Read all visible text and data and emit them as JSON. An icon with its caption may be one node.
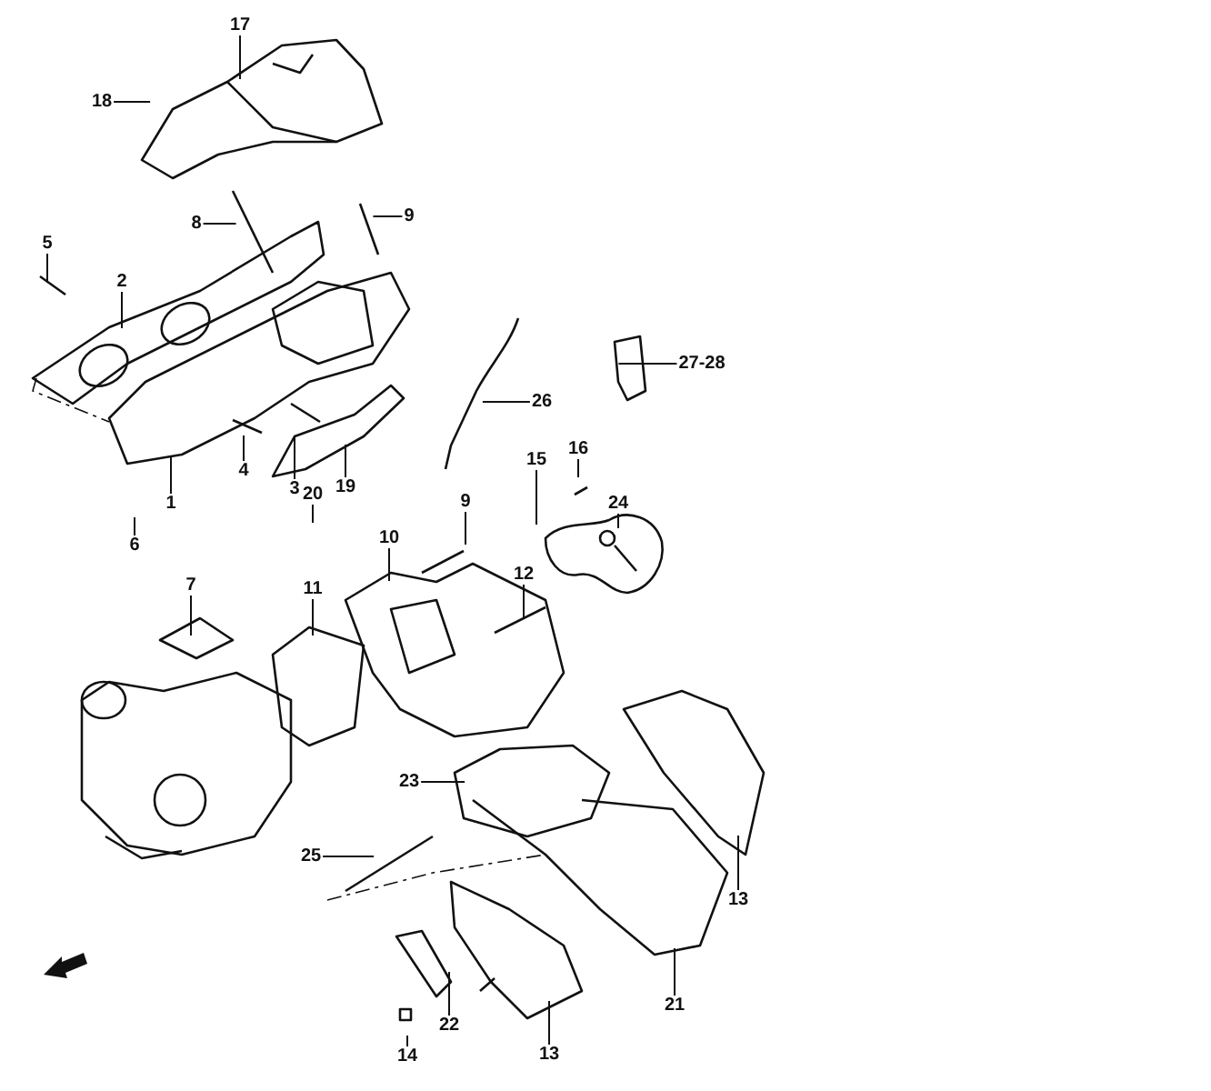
{
  "diagram": {
    "nodes": [
      {
        "text": [
          "17"
        ]
      },
      {
        "text": [
          "18"
        ]
      },
      {
        "text": [
          "8"
        ]
      },
      {
        "text": [
          "9"
        ]
      },
      {
        "text": [
          "5"
        ]
      },
      {
        "text": [
          "2"
        ]
      },
      {
        "text": [
          "3"
        ]
      },
      {
        "text": [
          "4"
        ]
      },
      {
        "text": [
          "1"
        ]
      },
      {
        "text": [
          "6"
        ]
      },
      {
        "text": [
          "20"
        ]
      },
      {
        "text": [
          "19"
        ]
      },
      {
        "text": [
          "26"
        ]
      },
      {
        "text": [
          "27-28"
        ]
      },
      {
        "text": [
          "16"
        ]
      },
      {
        "text": [
          "15"
        ]
      },
      {
        "text": [
          "24"
        ]
      },
      {
        "text": [
          "9"
        ]
      },
      {
        "text": [
          "10"
        ]
      },
      {
        "text": [
          "12"
        ]
      },
      {
        "text": [
          "7"
        ]
      },
      {
        "text": [
          "11"
        ]
      },
      {
        "text": [
          "23"
        ]
      },
      {
        "text": [
          "25"
        ]
      },
      {
        "text": [
          "13"
        ]
      },
      {
        "text": [
          "21"
        ]
      },
      {
        "text": [
          "22"
        ]
      },
      {
        "text": [
          "14"
        ]
      },
      {
        "text": [
          "13"
        ]
      }
    ],
    "edges": [
      {
        "from": 0,
        "to": null,
        "arrow": "none"
      },
      {
        "from": 1,
        "to": null,
        "arrow": "none"
      },
      {
        "from": 2,
        "to": null,
        "arrow": "none"
      },
      {
        "from": 3,
        "to": null,
        "arrow": "none"
      },
      {
        "from": 4,
        "to": null,
        "arrow": "none"
      },
      {
        "from": 5,
        "to": null,
        "arrow": "none"
      },
      {
        "from": 6,
        "to": null,
        "arrow": "none"
      },
      {
        "from": 7,
        "to": null,
        "arrow": "none"
      },
      {
        "from": 8,
        "to": null,
        "arrow": "none"
      },
      {
        "from": 9,
        "to": null,
        "arrow": "none"
      },
      {
        "from": 10,
        "to": null,
        "arrow": "none"
      },
      {
        "from": 11,
        "to": null,
        "arrow": "none"
      },
      {
        "from": 12,
        "to": null,
        "arrow": "none"
      },
      {
        "from": 13,
        "to": null,
        "arrow": "none"
      },
      {
        "from": 14,
        "to": null,
        "arrow": "none"
      },
      {
        "from": 15,
        "to": null,
        "arrow": "none"
      },
      {
        "from": 16,
        "to": null,
        "arrow": "none"
      },
      {
        "from": 17,
        "to": null,
        "arrow": "none"
      },
      {
        "from": 18,
        "to": null,
        "arrow": "none"
      },
      {
        "from": 19,
        "to": null,
        "arrow": "none"
      },
      {
        "from": 20,
        "to": null,
        "arrow": "none"
      },
      {
        "from": 21,
        "to": null,
        "arrow": "none"
      },
      {
        "from": 22,
        "to": null,
        "arrow": "none"
      },
      {
        "from": 23,
        "to": null,
        "arrow": "none"
      },
      {
        "from": 24,
        "to": null,
        "arrow": "none"
      },
      {
        "from": 25,
        "to": null,
        "arrow": "none"
      },
      {
        "from": 26,
        "to": null,
        "arrow": "none"
      },
      {
        "from": 27,
        "to": null,
        "arrow": "none"
      },
      {
        "from": 28,
        "to": null,
        "arrow": "none"
      }
    ]
  }
}
